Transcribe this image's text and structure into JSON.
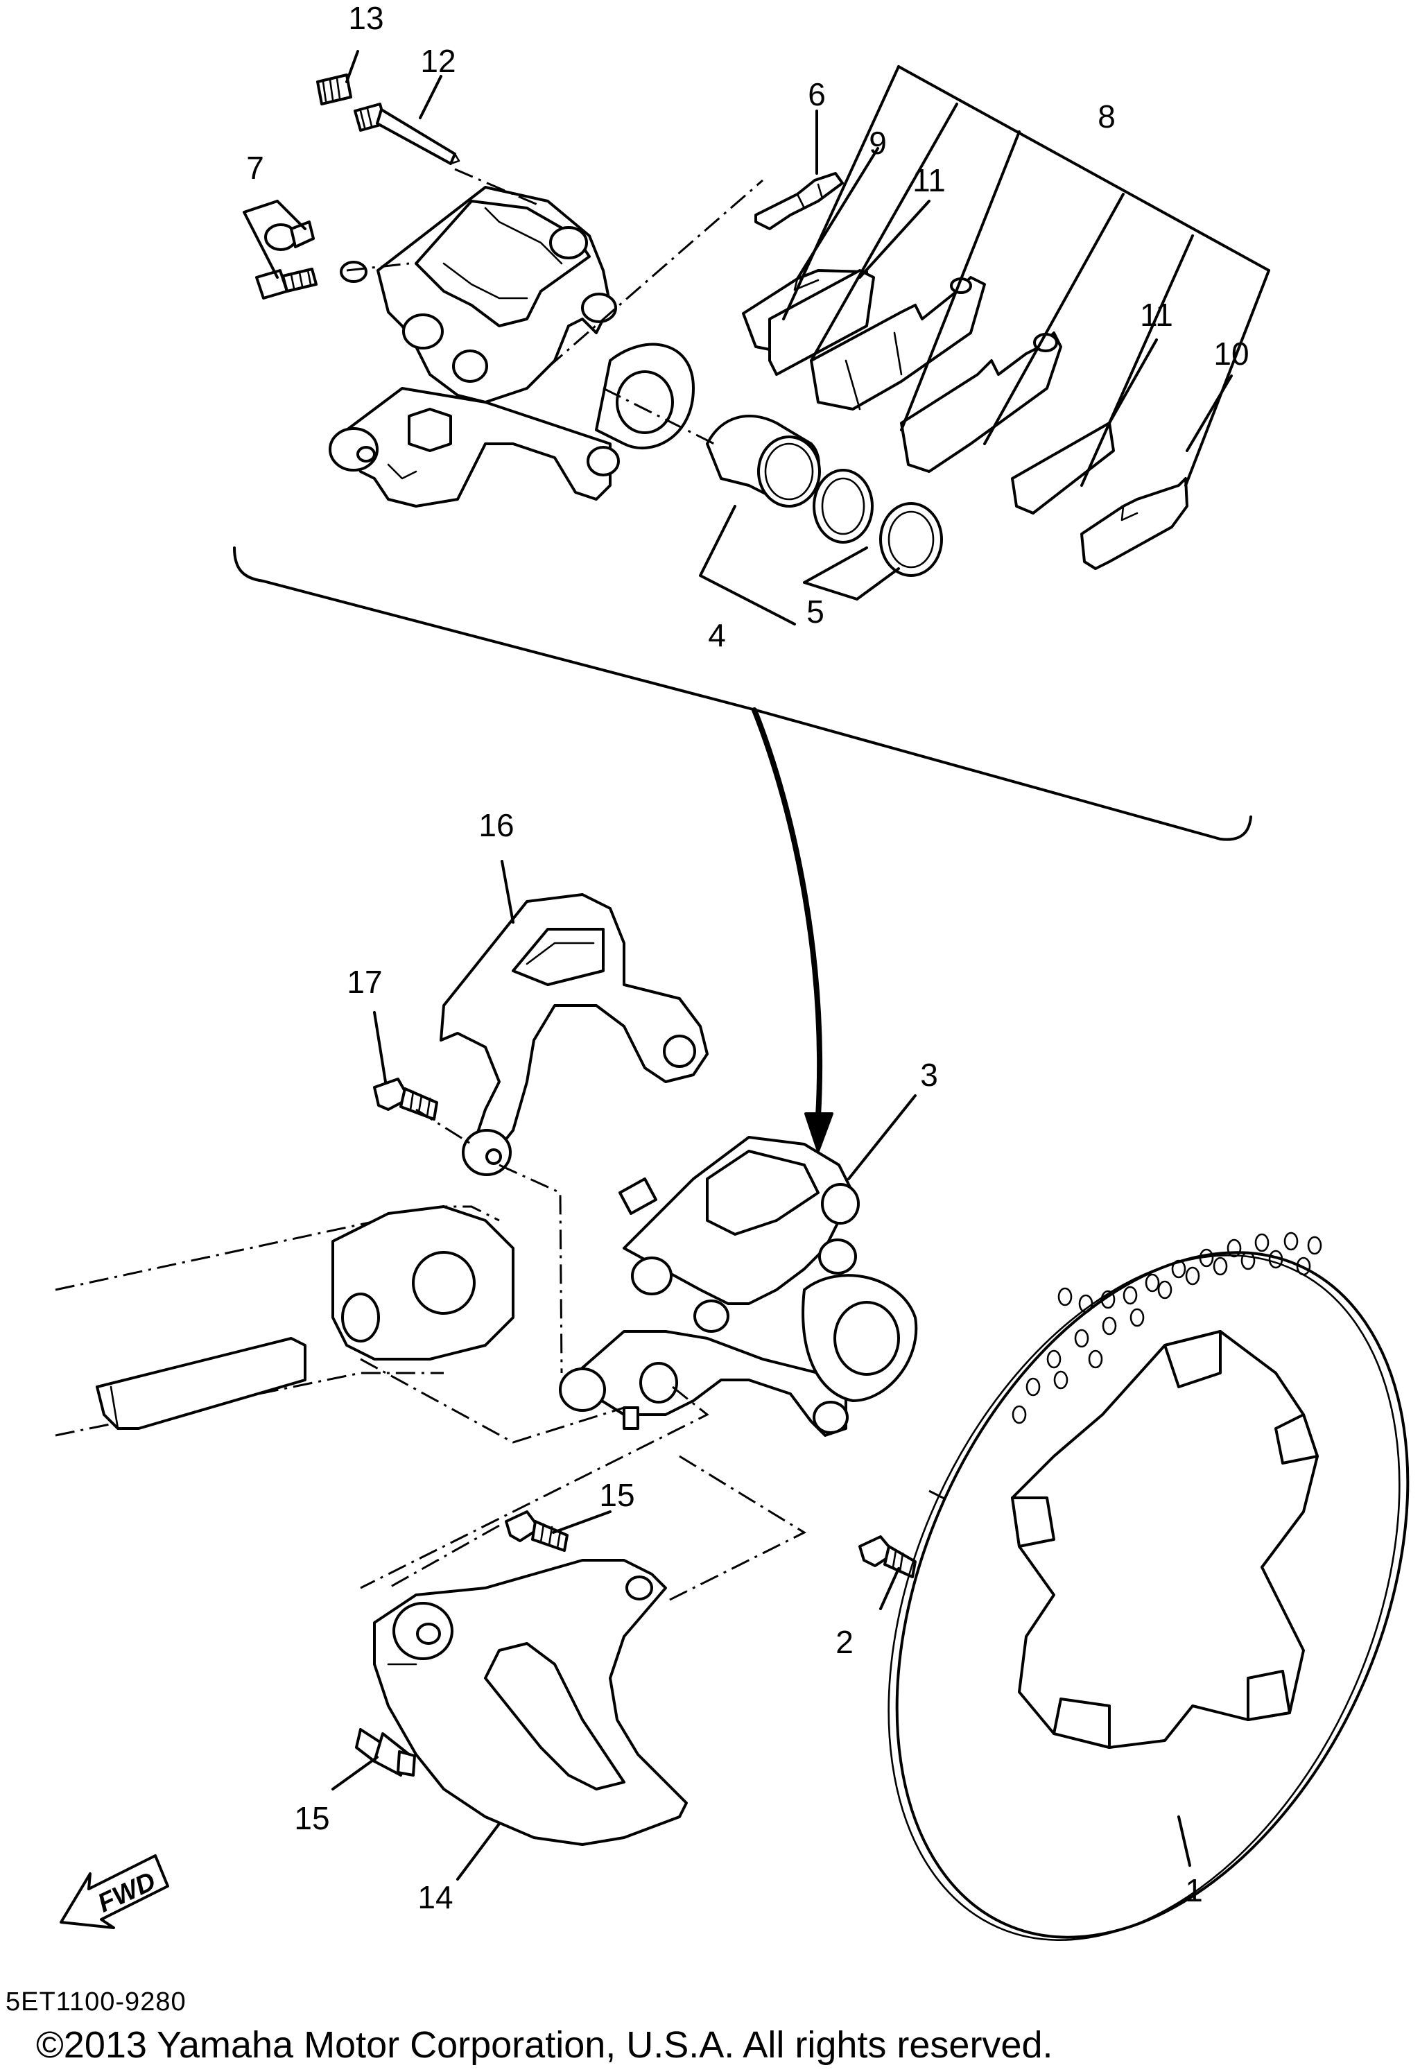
{
  "labels": {
    "p1": "1",
    "p2": "2",
    "p3": "3",
    "p4": "4",
    "p5": "5",
    "p6": "6",
    "p7": "7",
    "p8": "8",
    "p9": "9",
    "p10": "10",
    "p11a": "11",
    "p11b": "11",
    "p12": "12",
    "p13": "13",
    "p14": "14",
    "p15a": "15",
    "p15b": "15",
    "p16": "16",
    "p17": "17"
  },
  "fwd_label": "FWD",
  "diagram_code": "5ET1100-9280",
  "copyright": "©2013 Yamaha Motor Corporation, U.S.A. All rights reserved."
}
